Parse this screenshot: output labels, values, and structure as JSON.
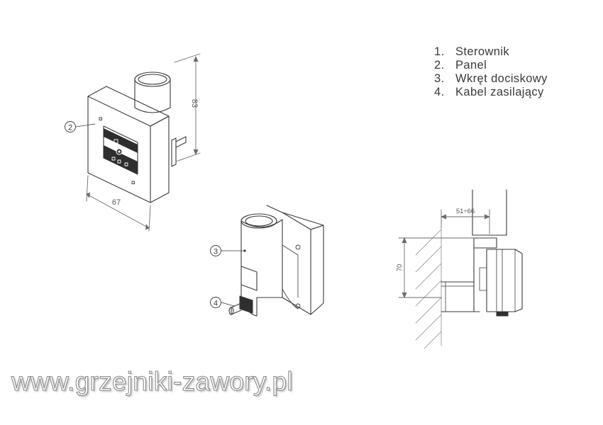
{
  "legend": [
    {
      "num": "1.",
      "label": "Sterownik"
    },
    {
      "num": "2.",
      "label": "Panel"
    },
    {
      "num": "3.",
      "label": "Wkręt dociskowy"
    },
    {
      "num": "4.",
      "label": "Kabel zasilający"
    }
  ],
  "callouts": {
    "panel": "2",
    "screw": "3",
    "cable": "4"
  },
  "dimensions": {
    "height": "83",
    "width": "67",
    "offset": "51÷66",
    "depth": "70"
  },
  "watermark": "www.grzejniki-zawory.pl",
  "colors": {
    "line": "#3a3a3a",
    "dim_line": "#6a6a6a",
    "dark_fill": "#2e2e2e"
  }
}
